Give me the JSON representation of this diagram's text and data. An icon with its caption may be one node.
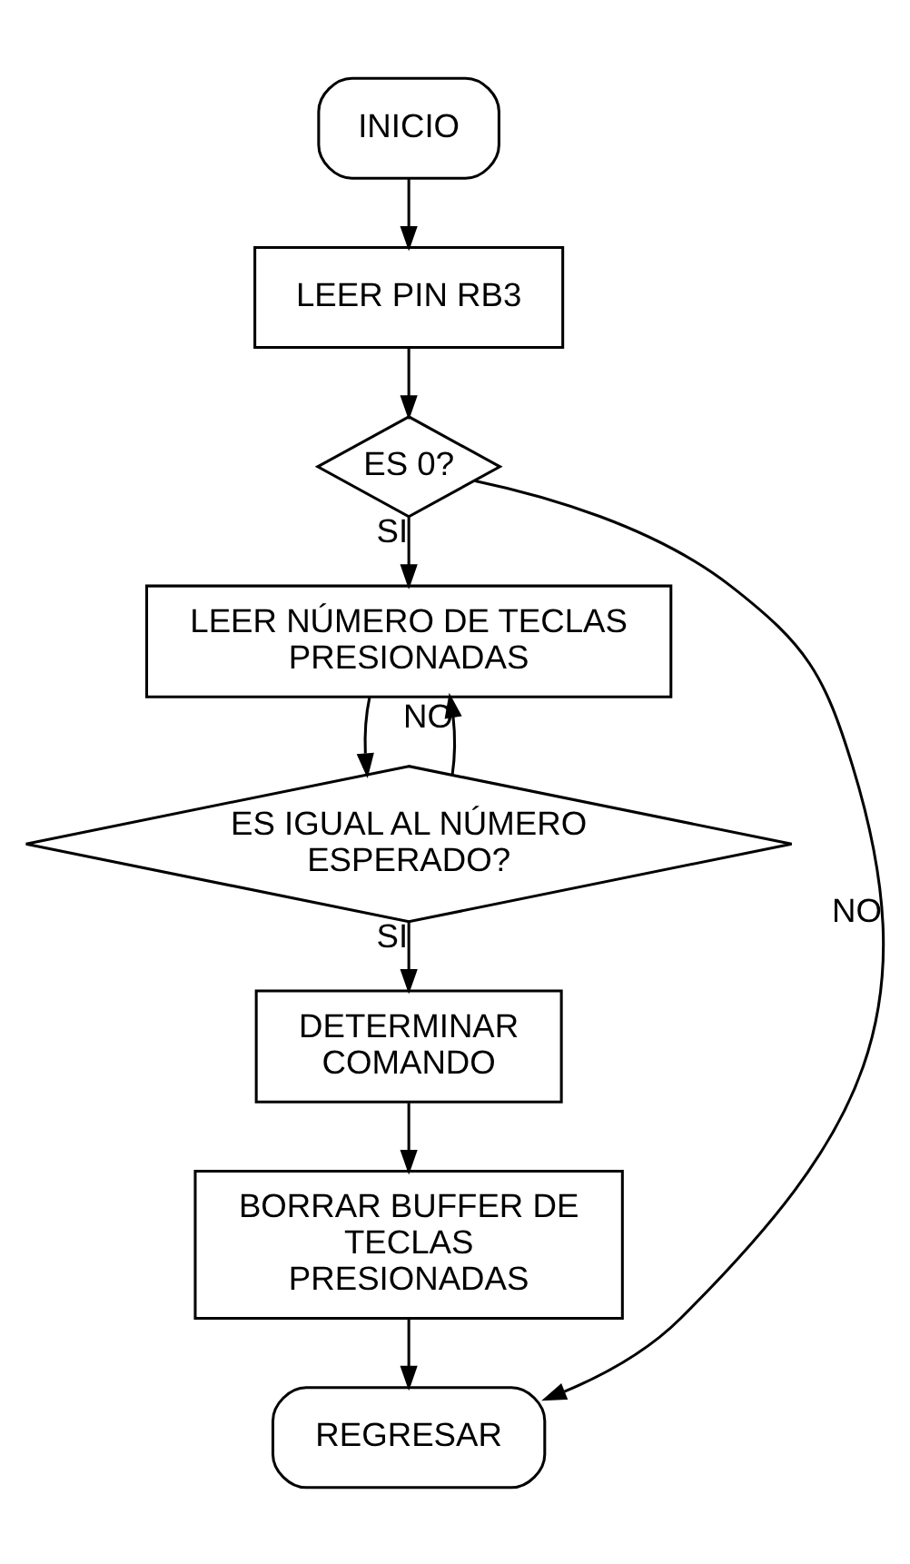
{
  "diagram": {
    "nodes": [
      {
        "text": [
          "INICIO"
        ]
      },
      {
        "text": [
          "LEER PIN RB3"
        ]
      },
      {
        "text": [
          "ES 0?"
        ]
      },
      {
        "text": [
          "LEER NÚMERO DE TECLAS PRESIONADAS"
        ]
      },
      {
        "text": [
          "ES IGUAL AL NÚMERO ESPERADO?"
        ]
      },
      {
        "text": [
          "DETERMINAR COMANDO"
        ]
      },
      {
        "text": [
          "BORRAR BUFFER DE TECLAS PRESIONADAS"
        ]
      },
      {
        "text": [
          "REGRESAR"
        ]
      }
    ],
    "edges": [
      {
        "from": 0,
        "to": 1,
        "arrow": "to"
      },
      {
        "from": 1,
        "to": 2,
        "arrow": "to"
      },
      {
        "from": 2,
        "to": 3,
        "arrow": "to",
        "label": "SI"
      },
      {
        "from": 2,
        "to": 7,
        "arrow": "to",
        "label": "NO"
      },
      {
        "from": 3,
        "to": 4,
        "arrow": "to"
      },
      {
        "from": 4,
        "to": 3,
        "arrow": "to",
        "label": "NO"
      },
      {
        "from": 4,
        "to": 5,
        "arrow": "to",
        "label": "SI"
      },
      {
        "from": 5,
        "to": 6,
        "arrow": "to"
      },
      {
        "from": 6,
        "to": 7,
        "arrow": "to"
      }
    ]
  }
}
